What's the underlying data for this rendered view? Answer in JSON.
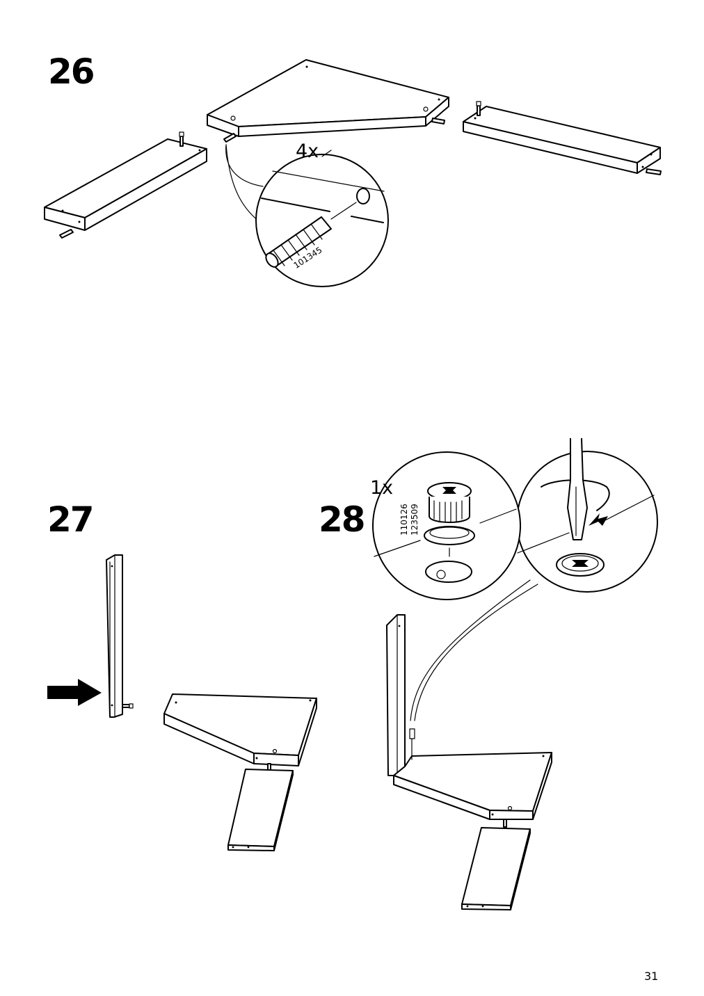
{
  "steps": [
    {
      "number": "26",
      "quantity": "4x",
      "part_number": "101345"
    },
    {
      "number": "27"
    },
    {
      "number": "28",
      "quantity": "1x",
      "part_numbers": [
        "110126",
        "123509"
      ]
    }
  ],
  "page_number": "31",
  "icons": [
    "dowel-icon",
    "arrow-right-icon",
    "cam-lock-icon",
    "screwdriver-icon",
    "rotate-arrow-icon"
  ]
}
